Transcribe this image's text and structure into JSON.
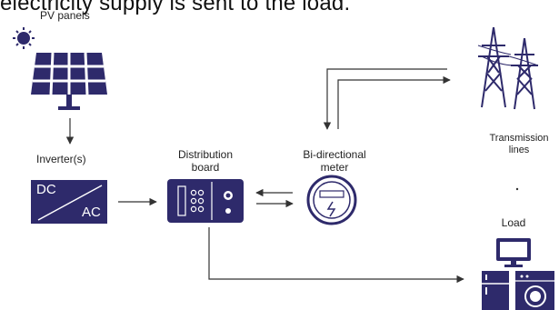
{
  "caption": "electricity supply is sent to the load.",
  "labels": {
    "pv_panels": "PV panels",
    "inverter": "Inverter(s)",
    "distribution_board_line1": "Distribution",
    "distribution_board_line2": "board",
    "meter_line1": "Bi-directional",
    "meter_line2": "meter",
    "transmission_line1": "Transmission",
    "transmission_line2": "lines",
    "load": "Load",
    "inverter_dc": "DC",
    "inverter_ac": "AC"
  },
  "colors": {
    "primary": "#2e2a6b",
    "line": "#333333"
  },
  "icons": [
    "sun-icon",
    "solar-panel-icon",
    "inverter-icon",
    "distribution-board-icon",
    "meter-icon",
    "transmission-tower-icon",
    "monitor-icon",
    "fridge-icon",
    "washing-machine-icon"
  ]
}
